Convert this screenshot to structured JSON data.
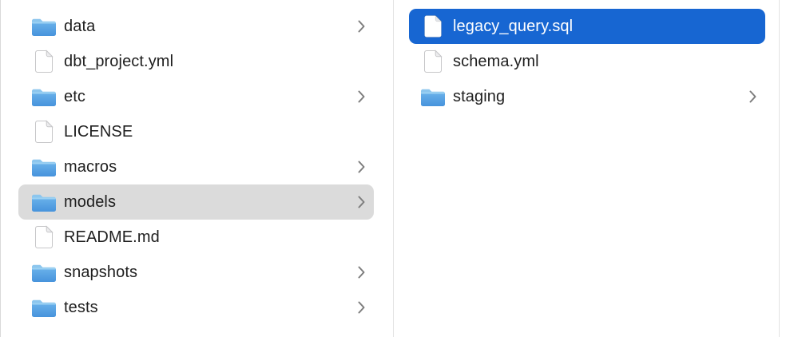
{
  "app": "finder-column-view",
  "colors": {
    "selection_blue": "#1766d2",
    "selection_gray": "#dbdbdb",
    "divider": "#e2e2e2",
    "text": "#1e1e1e",
    "selected_text": "#ffffff",
    "chevron": "#7e7e7e",
    "folder_top": "#8cc6ee",
    "folder_body_top": "#6ab2ea",
    "folder_body_bottom": "#4793dc"
  },
  "columns": [
    {
      "name": "left-column",
      "items": [
        {
          "label": "data",
          "type": "folder",
          "chevron": true,
          "selected": "none"
        },
        {
          "label": "dbt_project.yml",
          "type": "file",
          "chevron": false,
          "selected": "none"
        },
        {
          "label": "etc",
          "type": "folder",
          "chevron": true,
          "selected": "none"
        },
        {
          "label": "LICENSE",
          "type": "file",
          "chevron": false,
          "selected": "none"
        },
        {
          "label": "macros",
          "type": "folder",
          "chevron": true,
          "selected": "none"
        },
        {
          "label": "models",
          "type": "folder",
          "chevron": true,
          "selected": "gray"
        },
        {
          "label": "README.md",
          "type": "file",
          "chevron": false,
          "selected": "none"
        },
        {
          "label": "snapshots",
          "type": "folder",
          "chevron": true,
          "selected": "none"
        },
        {
          "label": "tests",
          "type": "folder",
          "chevron": true,
          "selected": "none"
        }
      ]
    },
    {
      "name": "right-column",
      "items": [
        {
          "label": "legacy_query.sql",
          "type": "file",
          "chevron": false,
          "selected": "blue"
        },
        {
          "label": "schema.yml",
          "type": "file",
          "chevron": false,
          "selected": "none"
        },
        {
          "label": "staging",
          "type": "folder",
          "chevron": true,
          "selected": "none"
        }
      ]
    }
  ]
}
